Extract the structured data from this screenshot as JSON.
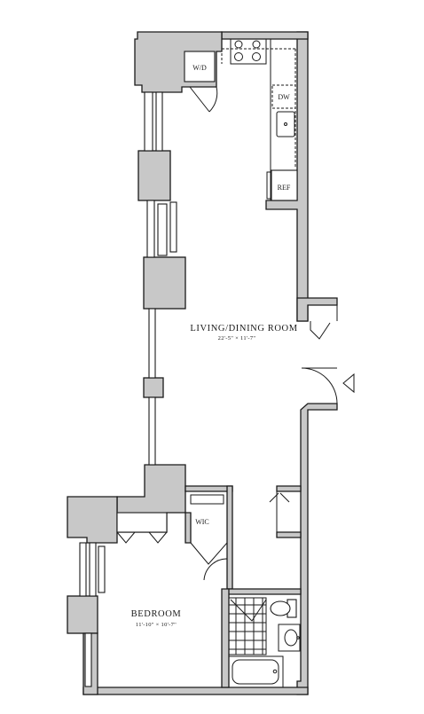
{
  "rooms": {
    "living": {
      "name": "LIVING/DINING ROOM",
      "dims": "22'-5\" × 11'-7\""
    },
    "bedroom": {
      "name": "BEDROOM",
      "dims": "11'-10\" × 10'-7\""
    }
  },
  "fixtures": {
    "washer_dryer": "W/D",
    "dishwasher": "DW",
    "refrigerator": "REF",
    "closet": "WIC"
  },
  "colors": {
    "wall_fill": "#c8c8c8",
    "line": "#1a1a1a"
  },
  "icons": [
    "entry-arrow-icon",
    "door-swing-icon",
    "cooktop-icon",
    "sink-icon",
    "toilet-icon",
    "bathtub-icon"
  ]
}
